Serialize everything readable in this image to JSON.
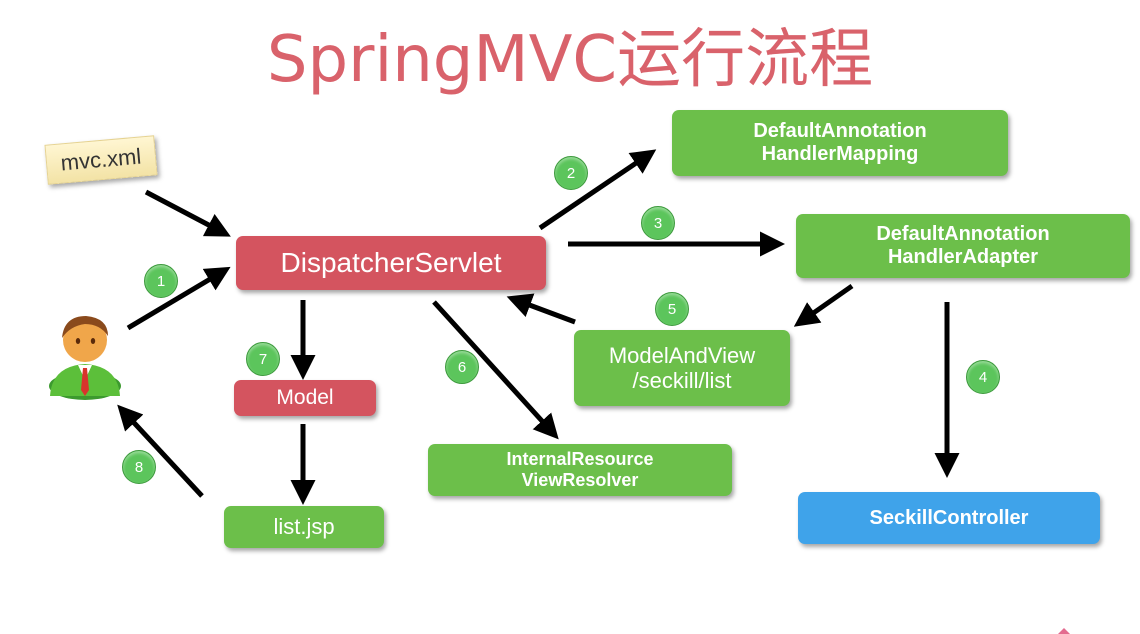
{
  "title": "SpringMVC运行流程",
  "nodes": {
    "mvc_xml": "mvc.xml",
    "dispatcher": "DispatcherServlet",
    "handler_mapping_1": "DefaultAnnotation",
    "handler_mapping_2": "HandlerMapping",
    "handler_adapter_1": "DefaultAnnotation",
    "handler_adapter_2": "HandlerAdapter",
    "model_and_view_1": "ModelAndView",
    "model_and_view_2": "/seckill/list",
    "model": "Model",
    "view_resolver_1": "InternalResource",
    "view_resolver_2": "ViewResolver",
    "list_jsp": "list.jsp",
    "controller": "SeckillController"
  },
  "steps": [
    "1",
    "2",
    "3",
    "4",
    "5",
    "6",
    "7",
    "8"
  ],
  "colors": {
    "title": "#d9626b",
    "green_box": "#6cbf4a",
    "red_box": "#d4545f",
    "blue_box": "#3fa3ea",
    "step_circle": "#5cc55c"
  },
  "icons": {
    "user": "user-icon"
  }
}
